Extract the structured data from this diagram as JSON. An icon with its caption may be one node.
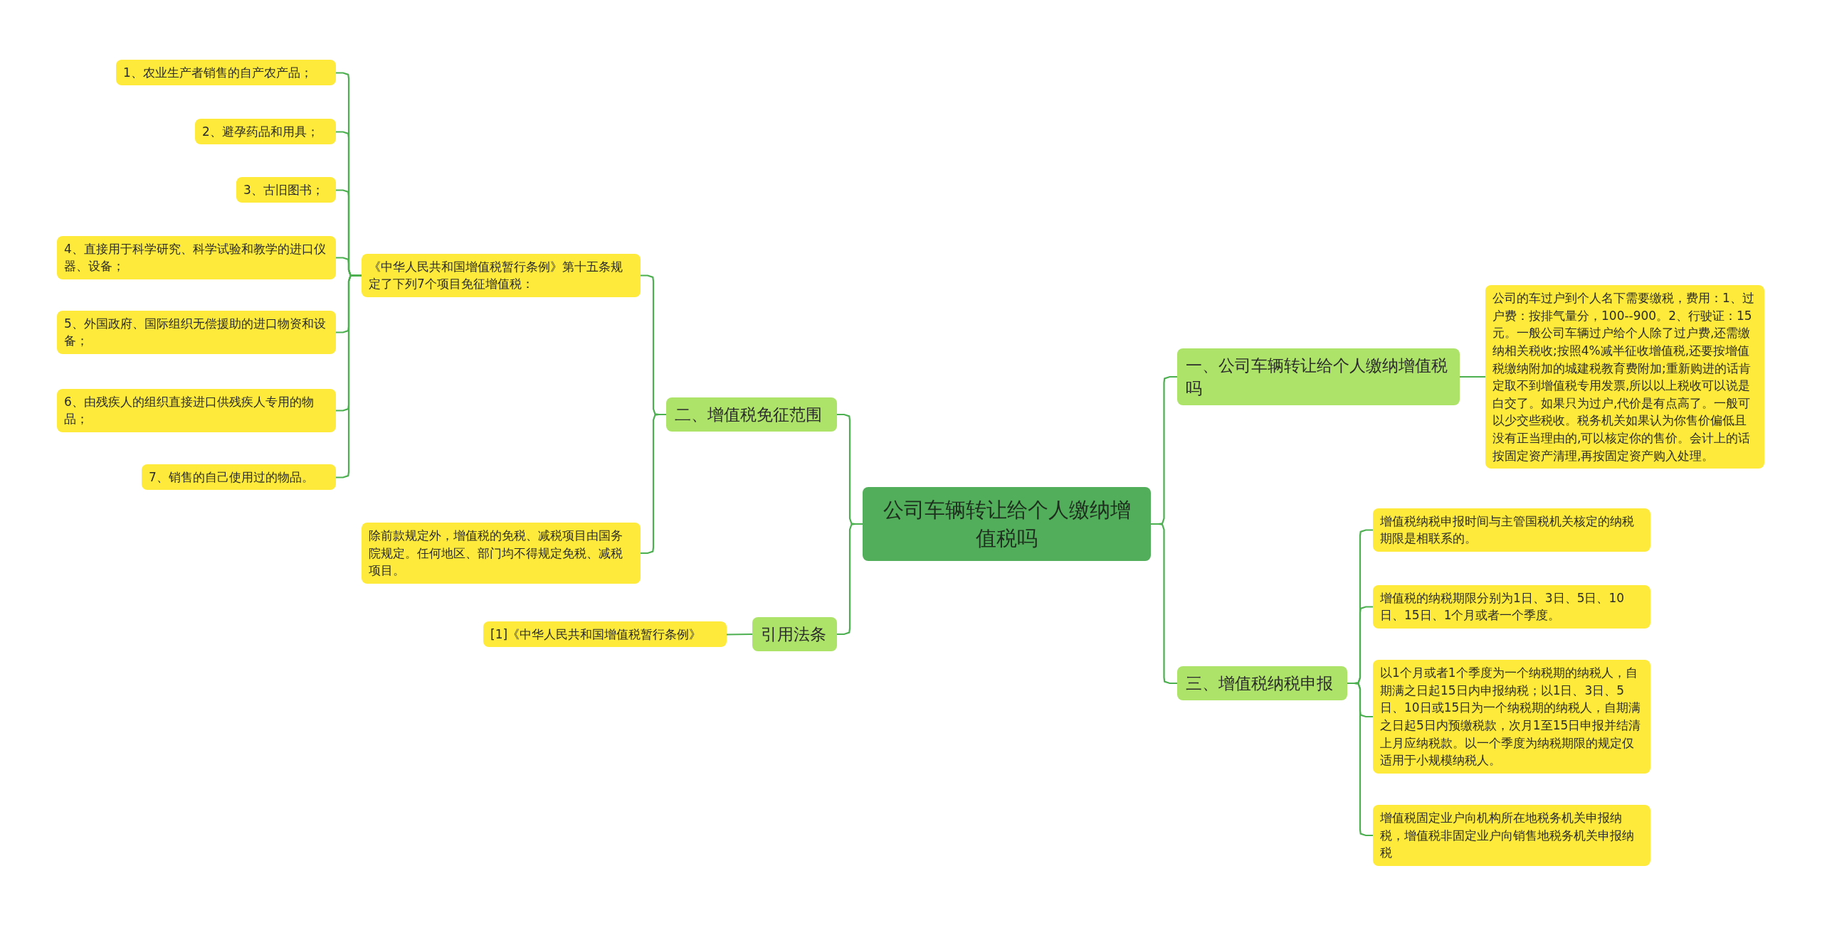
{
  "diagram": {
    "nodes": [
      {
        "text": [
          "公司车辆转让给个人缴纳增值税吗"
        ]
      },
      {
        "text": [
          "一、公司车辆转让给个人缴纳增值税吗"
        ]
      },
      {
        "text": [
          "公司的车过户到个人名下需要缴税，费用：1、过户费：按排气量分，100--900。2、行驶证：15元。一般公司车辆过户给个人除了过户费,还需缴纳相关税收;按照4%减半征收增值税,还要按增值税缴纳附加的城建税教育费附加;重新购进的话肯定取不到增值税专用发票,所以以上税收可以说是白交了。如果只为过户,代价是有点高了。一般可以少交些税收。税务机关如果认为你售价偏低且没有正当理由的,可以核定你的售价。会计上的话按固定资产清理,再按固定资产购入处理。"
        ]
      },
      {
        "text": [
          "三、增值税纳税申报"
        ]
      },
      {
        "text": [
          "增值税纳税申报时间与主管国税机关核定的纳税期限是相联系的。"
        ]
      },
      {
        "text": [
          "增值税的纳税期限分别为1日、3日、5日、10日、15日、1个月或者一个季度。"
        ]
      },
      {
        "text": [
          "以1个月或者1个季度为一个纳税期的纳税人，自期满之日起15日内申报纳税；以1日、3日、5日、10日或15日为一个纳税期的纳税人，自期满之日起5日内预缴税款，次月1至15日申报并结清上月应纳税款。以一个季度为纳税期限的规定仅适用于小规模纳税人。"
        ]
      },
      {
        "text": [
          "增值税固定业户向机构所在地税务机关申报纳税，增值税非固定业户向销售地税务机关申报纳税"
        ]
      },
      {
        "text": [
          "二、增值税免征范围"
        ]
      },
      {
        "text": [
          "《中华人民共和国增值税暂行条例》第十五条规定了下列7个项目免征增值税："
        ]
      },
      {
        "text": [
          "1、农业生产者销售的自产农产品；"
        ]
      },
      {
        "text": [
          "2、避孕药品和用具；"
        ]
      },
      {
        "text": [
          "3、古旧图书；"
        ]
      },
      {
        "text": [
          "4、直接用于科学研究、科学试验和教学的进口仪器、设备；"
        ]
      },
      {
        "text": [
          "5、外国政府、国际组织无偿援助的进口物资和设备；"
        ]
      },
      {
        "text": [
          "6、由残疾人的组织直接进口供残疾人专用的物品；"
        ]
      },
      {
        "text": [
          "7、销售的自己使用过的物品。"
        ]
      },
      {
        "text": [
          "除前款规定外，增值税的免税、减税项目由国务院规定。任何地区、部门均不得规定免税、减税项目。"
        ]
      },
      {
        "text": [
          "引用法条"
        ]
      },
      {
        "text": [
          "[1]《中华人民共和国增值税暂行条例》"
        ]
      }
    ],
    "edges": [
      {
        "from": 0,
        "to": 1,
        "arrow": "none"
      },
      {
        "from": 1,
        "to": 2,
        "arrow": "none"
      },
      {
        "from": 0,
        "to": 3,
        "arrow": "none"
      },
      {
        "from": 3,
        "to": 4,
        "arrow": "none"
      },
      {
        "from": 3,
        "to": 5,
        "arrow": "none"
      },
      {
        "from": 3,
        "to": 6,
        "arrow": "none"
      },
      {
        "from": 3,
        "to": 7,
        "arrow": "none"
      },
      {
        "from": 0,
        "to": 8,
        "arrow": "none"
      },
      {
        "from": 8,
        "to": 9,
        "arrow": "none"
      },
      {
        "from": 9,
        "to": 10,
        "arrow": "none"
      },
      {
        "from": 9,
        "to": 11,
        "arrow": "none"
      },
      {
        "from": 9,
        "to": 12,
        "arrow": "none"
      },
      {
        "from": 9,
        "to": 13,
        "arrow": "none"
      },
      {
        "from": 9,
        "to": 14,
        "arrow": "none"
      },
      {
        "from": 9,
        "to": 15,
        "arrow": "none"
      },
      {
        "from": 9,
        "to": 16,
        "arrow": "none"
      },
      {
        "from": 8,
        "to": 17,
        "arrow": "none"
      },
      {
        "from": 0,
        "to": 18,
        "arrow": "none"
      },
      {
        "from": 18,
        "to": 19,
        "arrow": "none"
      }
    ]
  }
}
